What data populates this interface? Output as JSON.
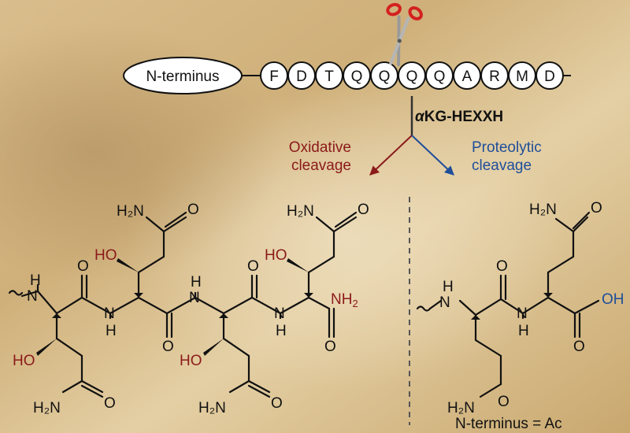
{
  "peptide": {
    "n_terminus": "N-terminus",
    "residues": [
      "F",
      "D",
      "T",
      "Q",
      "Q",
      "Q",
      "Q",
      "A",
      "R",
      "M",
      "D"
    ]
  },
  "enzyme": {
    "prefix": "α",
    "label": "KG-HEXXH"
  },
  "branches": {
    "oxidative": {
      "line1": "Oxidative",
      "line2": "cleavage",
      "color": "#8b1a1a"
    },
    "proteolytic": {
      "line1": "Proteolytic",
      "line2": "cleavage",
      "color": "#1f4e9a"
    }
  },
  "structure_labels": {
    "h2n": "H₂N",
    "o": "O",
    "ho": "HO",
    "h": "H",
    "n": "N",
    "nh2_prefix": "NH",
    "nh2_sub": "2",
    "oh": "OH"
  },
  "footnote": "N-terminus = Ac",
  "colors": {
    "hydroxyl": "#8b1a1a",
    "acid": "#1f4e9a",
    "background": "#d6b882"
  }
}
